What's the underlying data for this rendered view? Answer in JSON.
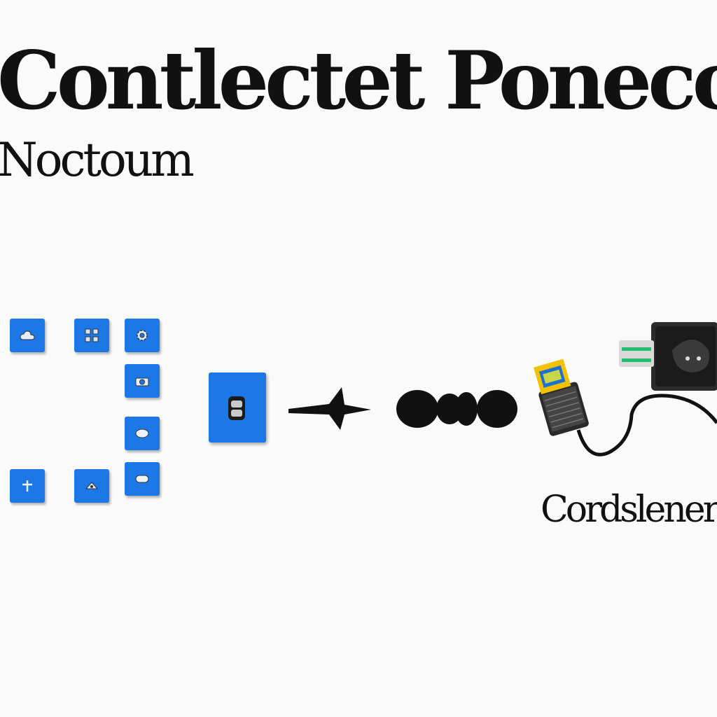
{
  "diagram": {
    "title": "Contlectet Ponecocto",
    "subtitle": "Noctoum",
    "device_caption": "Cordslener",
    "accent_color": "#1c78e6",
    "tiles": [
      {
        "icon": "cloud-icon"
      },
      {
        "icon": "grid-icon"
      },
      {
        "icon": "gear-icon"
      },
      {
        "icon": "camera-icon"
      },
      {
        "icon": "message-icon"
      },
      {
        "icon": "plus-icon"
      },
      {
        "icon": "dots-icon"
      },
      {
        "icon": "chat-icon"
      }
    ],
    "center_node_icon": "phone-icon",
    "arrow_icon": "arrow-right-icon",
    "dots_icon": "dots-icon",
    "device_icon": "usb-adapter-icon"
  }
}
